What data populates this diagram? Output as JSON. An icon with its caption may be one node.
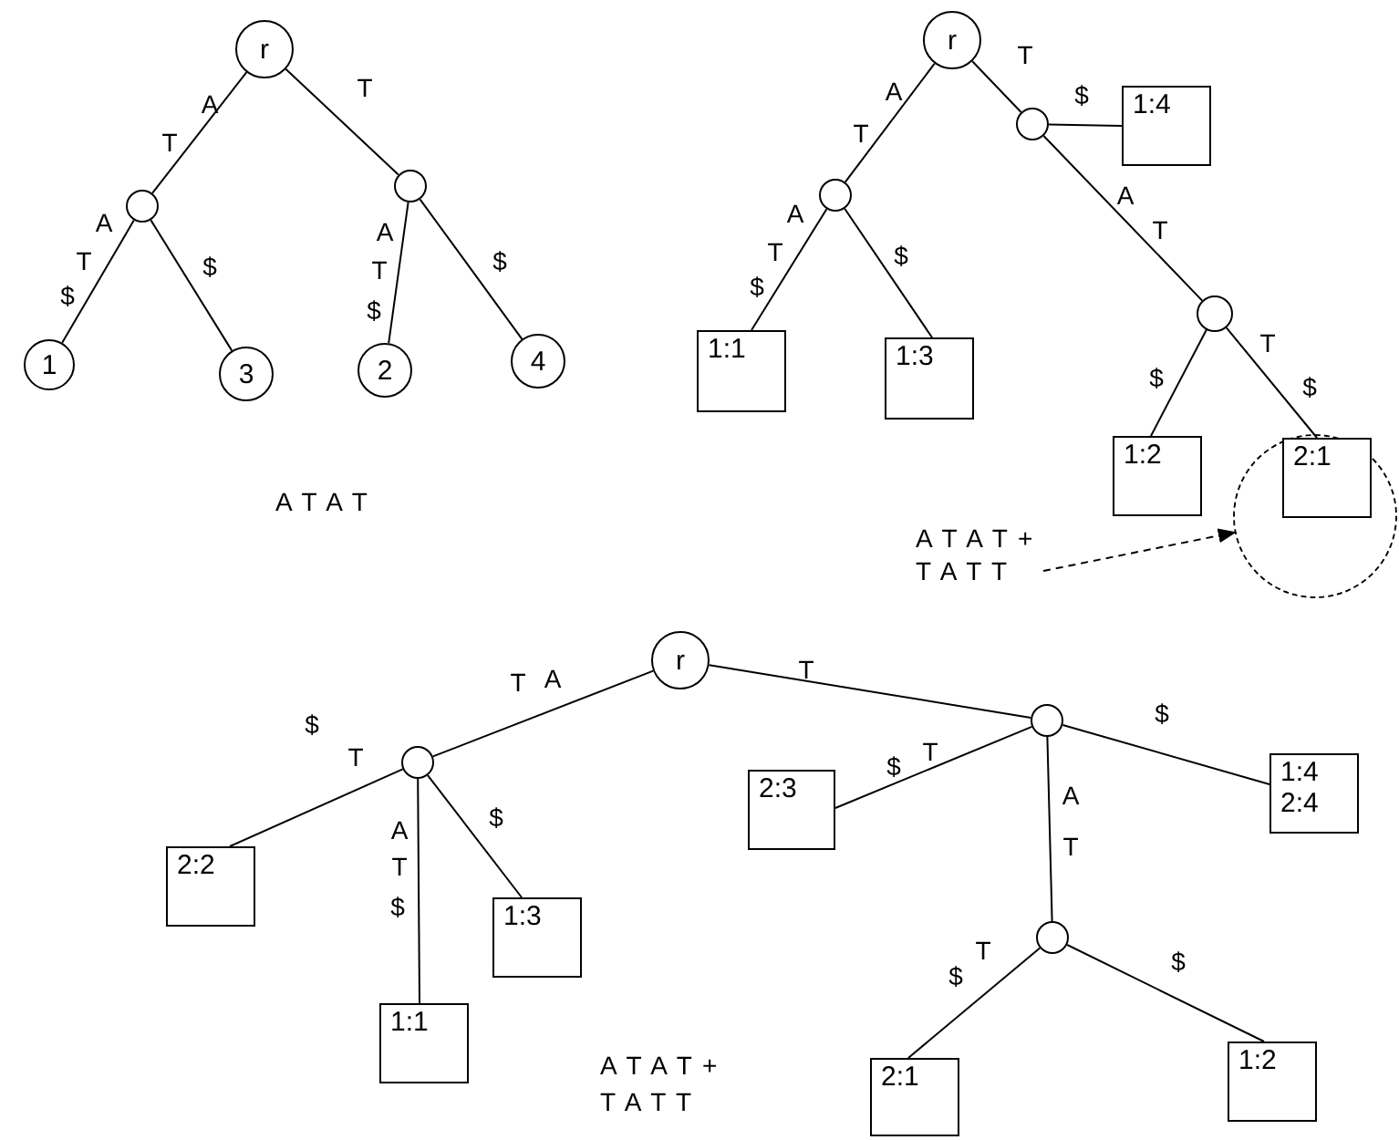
{
  "diagram": {
    "nodes": [
      {
        "text": [
          "r"
        ]
      },
      {
        "text": [],
        "shape": "circle"
      },
      {
        "text": [],
        "shape": "circle"
      },
      {
        "text": [
          "1"
        ]
      },
      {
        "text": [
          "3"
        ]
      },
      {
        "text": [
          "2"
        ]
      },
      {
        "text": [
          "4"
        ]
      },
      {
        "text": [
          "r"
        ]
      },
      {
        "text": [],
        "shape": "circle"
      },
      {
        "text": [
          "1:4"
        ]
      },
      {
        "text": [],
        "shape": "circle"
      },
      {
        "text": [],
        "shape": "circle"
      },
      {
        "text": [
          "1:1"
        ]
      },
      {
        "text": [
          "1:3"
        ]
      },
      {
        "text": [
          "1:2"
        ]
      },
      {
        "text": [
          "2:1"
        ],
        "in": 17
      },
      {
        "text": [
          "A T A T +",
          "T A T T"
        ]
      },
      {
        "text": [],
        "shape": "circle"
      },
      {
        "text": [
          "r"
        ]
      },
      {
        "text": [],
        "shape": "circle"
      },
      {
        "text": [],
        "shape": "circle"
      },
      {
        "text": [
          "2:3"
        ]
      },
      {
        "text": [
          "1:4",
          "2:4"
        ]
      },
      {
        "text": [
          "2:2"
        ]
      },
      {
        "text": [
          "1:3"
        ]
      },
      {
        "text": [],
        "shape": "circle"
      },
      {
        "text": [
          "1:1"
        ]
      },
      {
        "text": [
          "2:1"
        ]
      },
      {
        "text": [
          "1:2"
        ]
      }
    ],
    "edges": [
      {
        "from": 0,
        "to": 1,
        "arrow": "none",
        "label": "A T"
      },
      {
        "from": 0,
        "to": 2,
        "arrow": "none",
        "label": "T"
      },
      {
        "from": 1,
        "to": 3,
        "arrow": "none",
        "label": "A T $"
      },
      {
        "from": 1,
        "to": 4,
        "arrow": "none",
        "label": "$"
      },
      {
        "from": 2,
        "to": 5,
        "arrow": "none",
        "label": "A T $"
      },
      {
        "from": 2,
        "to": 6,
        "arrow": "none",
        "label": "$"
      },
      {
        "from": 7,
        "to": 10,
        "arrow": "none",
        "label": "A T"
      },
      {
        "from": 7,
        "to": 8,
        "arrow": "none",
        "label": "T"
      },
      {
        "from": 8,
        "to": 9,
        "arrow": "none",
        "label": "$"
      },
      {
        "from": 10,
        "to": 12,
        "arrow": "none",
        "label": "A T $"
      },
      {
        "from": 10,
        "to": 13,
        "arrow": "none",
        "label": "$"
      },
      {
        "from": 8,
        "to": 11,
        "arrow": "none",
        "label": "A T"
      },
      {
        "from": 11,
        "to": 14,
        "arrow": "none",
        "label": "$"
      },
      {
        "from": 11,
        "to": 15,
        "arrow": "none",
        "label": "T $"
      },
      {
        "from": 16,
        "to": 17,
        "arrow": "to",
        "style": "dashed"
      },
      {
        "from": 18,
        "to": 19,
        "arrow": "none",
        "label": "T A"
      },
      {
        "from": 18,
        "to": 20,
        "arrow": "none",
        "label": "T"
      },
      {
        "from": 19,
        "to": 23,
        "arrow": "none",
        "label": "$ T"
      },
      {
        "from": 19,
        "to": 26,
        "arrow": "none",
        "label": "A T $"
      },
      {
        "from": 19,
        "to": 24,
        "arrow": "none",
        "label": "$"
      },
      {
        "from": 20,
        "to": 21,
        "arrow": "none",
        "label": "$ T"
      },
      {
        "from": 20,
        "to": 22,
        "arrow": "none",
        "label": "$"
      },
      {
        "from": 20,
        "to": 25,
        "arrow": "none",
        "label": "A T"
      },
      {
        "from": 25,
        "to": 27,
        "arrow": "none",
        "label": "$ T"
      },
      {
        "from": 25,
        "to": 28,
        "arrow": "none",
        "label": "$"
      }
    ],
    "labels": [
      "A T A T",
      "A T A T +",
      "T A T T"
    ]
  }
}
